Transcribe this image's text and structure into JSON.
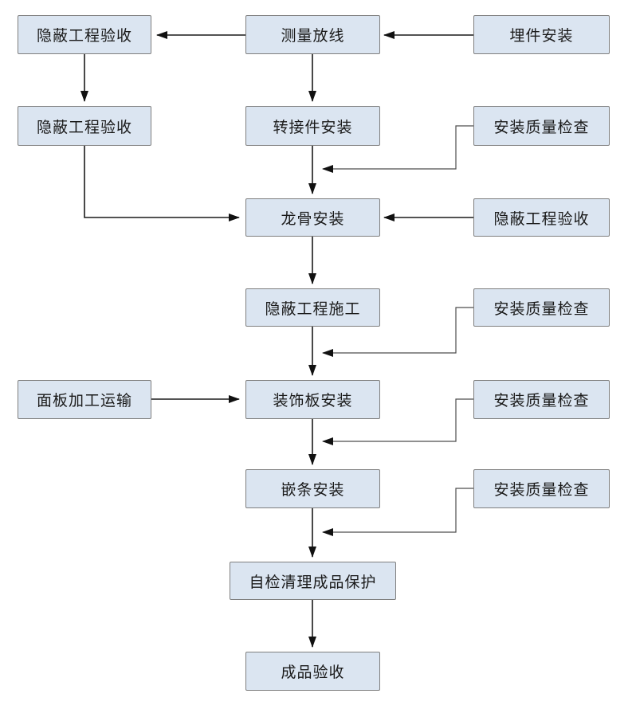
{
  "colors": {
    "background": "#ffffff",
    "node_fill": "#dbe5f1",
    "node_border": "#7f7f7f",
    "edge": "#1a1a1a"
  },
  "diagram": {
    "type": "flowchart",
    "nodes": [
      {
        "id": "hidden-work-acceptance-1",
        "label": "隐蔽工程验收"
      },
      {
        "id": "measure-set-out",
        "label": "测量放线"
      },
      {
        "id": "embedded-parts-install",
        "label": "埋件安装"
      },
      {
        "id": "hidden-work-acceptance-2",
        "label": "隐蔽工程验收"
      },
      {
        "id": "adapter-install",
        "label": "转接件安装"
      },
      {
        "id": "install-quality-check-1",
        "label": "安装质量检查"
      },
      {
        "id": "keel-install",
        "label": "龙骨安装"
      },
      {
        "id": "hidden-work-acceptance-3",
        "label": "隐蔽工程验收"
      },
      {
        "id": "hidden-work-construction",
        "label": "隐蔽工程施工"
      },
      {
        "id": "install-quality-check-2",
        "label": "安装质量检查"
      },
      {
        "id": "panel-process-transport",
        "label": "面板加工运输"
      },
      {
        "id": "decorative-panel-install",
        "label": "装饰板安装"
      },
      {
        "id": "install-quality-check-3",
        "label": "安装质量检查"
      },
      {
        "id": "inlay-strip-install",
        "label": "嵌条安装"
      },
      {
        "id": "install-quality-check-4",
        "label": "安装质量检查"
      },
      {
        "id": "self-check-clean-protect",
        "label": "自检清理成品保护"
      },
      {
        "id": "finished-product-acceptance",
        "label": "成品验收"
      }
    ],
    "edges": [
      {
        "from": "embedded-parts-install",
        "to": "measure-set-out"
      },
      {
        "from": "measure-set-out",
        "to": "hidden-work-acceptance-1"
      },
      {
        "from": "hidden-work-acceptance-1",
        "to": "hidden-work-acceptance-2"
      },
      {
        "from": "measure-set-out",
        "to": "adapter-install"
      },
      {
        "from": "adapter-install",
        "to": "keel-install"
      },
      {
        "from": "install-quality-check-1",
        "to": "adapter-install-keel-install-link"
      },
      {
        "from": "hidden-work-acceptance-2",
        "to": "keel-install"
      },
      {
        "from": "hidden-work-acceptance-3",
        "to": "keel-install"
      },
      {
        "from": "keel-install",
        "to": "hidden-work-construction"
      },
      {
        "from": "hidden-work-construction",
        "to": "decorative-panel-install"
      },
      {
        "from": "install-quality-check-2",
        "to": "hidden-work-construction-decorative-panel-link"
      },
      {
        "from": "panel-process-transport",
        "to": "decorative-panel-install"
      },
      {
        "from": "decorative-panel-install",
        "to": "inlay-strip-install"
      },
      {
        "from": "install-quality-check-3",
        "to": "decorative-panel-inlay-strip-link"
      },
      {
        "from": "inlay-strip-install",
        "to": "self-check-clean-protect"
      },
      {
        "from": "install-quality-check-4",
        "to": "inlay-strip-self-check-link"
      },
      {
        "from": "self-check-clean-protect",
        "to": "finished-product-acceptance"
      }
    ]
  }
}
